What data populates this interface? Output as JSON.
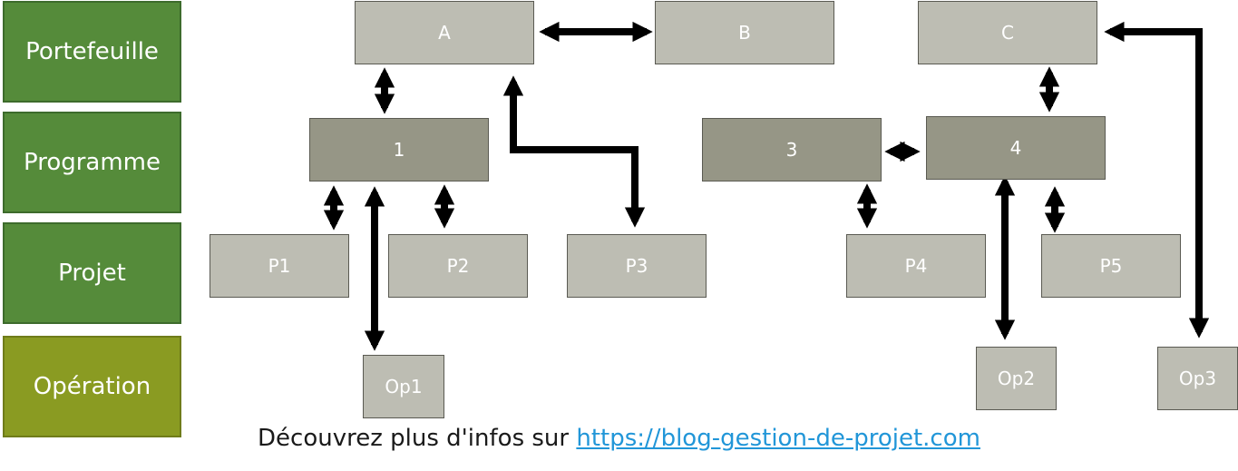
{
  "levels": {
    "portfolio": "Portefeuille",
    "program": "Programme",
    "project": "Projet",
    "operation": "Opération"
  },
  "nodes": {
    "A": "A",
    "B": "B",
    "C": "C",
    "n1": "1",
    "n3": "3",
    "n4": "4",
    "P1": "P1",
    "P2": "P2",
    "P3": "P3",
    "P4": "P4",
    "P5": "P5",
    "Op1": "Op1",
    "Op2": "Op2",
    "Op3": "Op3"
  },
  "colors": {
    "level_green": "#558b3a",
    "level_olive": "#8a9b22",
    "box_light": "#bdbdb3",
    "box_dark": "#969686",
    "arrow": "#000000",
    "link": "#2196d8"
  },
  "footer": {
    "text": "Découvrez plus d'infos sur",
    "link": "https://blog-gestion-de-projet.com"
  }
}
